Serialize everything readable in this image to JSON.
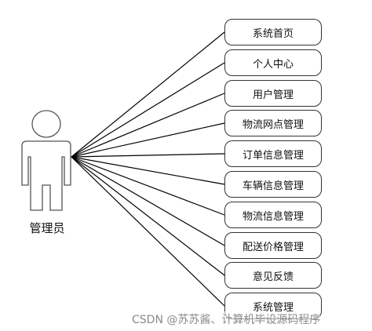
{
  "actor": {
    "label": "管理员"
  },
  "use_cases": [
    {
      "label": "系统首页"
    },
    {
      "label": "个人中心"
    },
    {
      "label": "用户管理"
    },
    {
      "label": "物流网点管理"
    },
    {
      "label": "订单信息管理"
    },
    {
      "label": "车辆信息管理"
    },
    {
      "label": "物流信息管理"
    },
    {
      "label": "配送价格管理"
    },
    {
      "label": "意见反馈"
    },
    {
      "label": "系统管理"
    }
  ],
  "watermark": "CSDN @苏苏酱、计算机毕设源码程序"
}
